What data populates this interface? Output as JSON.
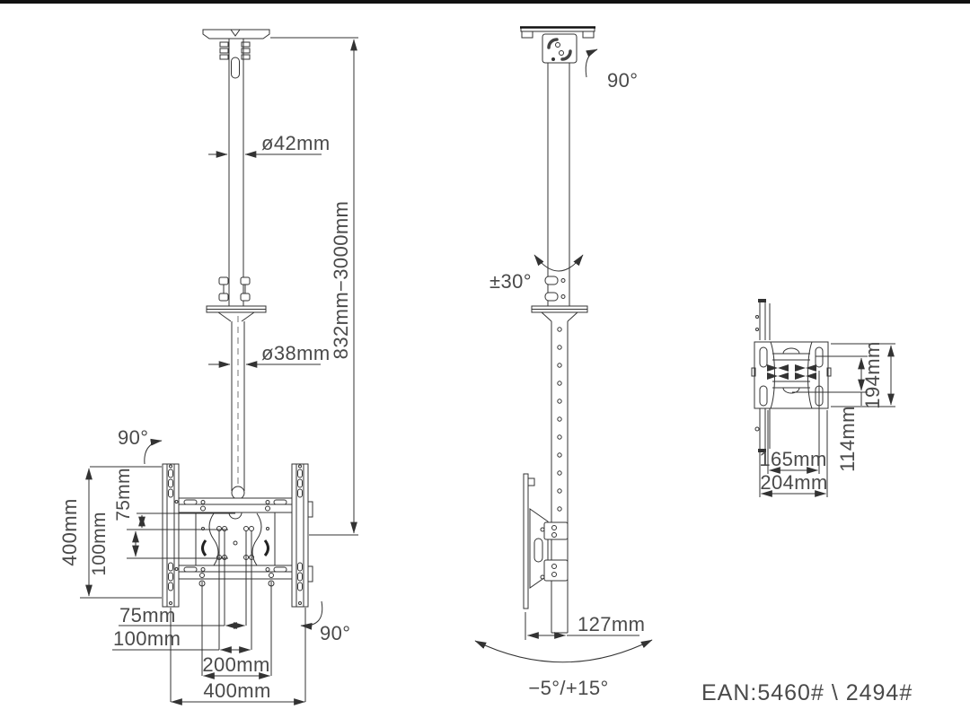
{
  "drawing": {
    "type": "technical-dimension-drawing",
    "product": "ceiling TV mount",
    "colors": {
      "background": "#ffffff",
      "line": "#333333",
      "text": "#4a4a4a",
      "top_bar": "#111111"
    }
  },
  "labels": {
    "front": {
      "dia_upper": "ø42mm",
      "dia_lower": "ø38mm",
      "height_range": "832mm−3000mm",
      "bracket_height": "400mm",
      "vesa_v75": "75mm",
      "vesa_v100": "100mm",
      "vesa_h75": "75mm",
      "vesa_h100": "100mm",
      "vesa_h200": "200mm",
      "bracket_width": "400mm",
      "swivel_top": "90°",
      "swivel_bottom": "90°"
    },
    "side": {
      "ceiling_swivel": "90°",
      "pole_rotation": "±30°",
      "depth": "127mm",
      "tilt_range": "−5°/+15°"
    },
    "rear": {
      "plate_height": "194mm",
      "rail_spacing": "114mm",
      "inner_width": "165mm",
      "outer_width": "204mm"
    },
    "footer": {
      "ean": "EAN:5460# \\ 2494#"
    }
  }
}
